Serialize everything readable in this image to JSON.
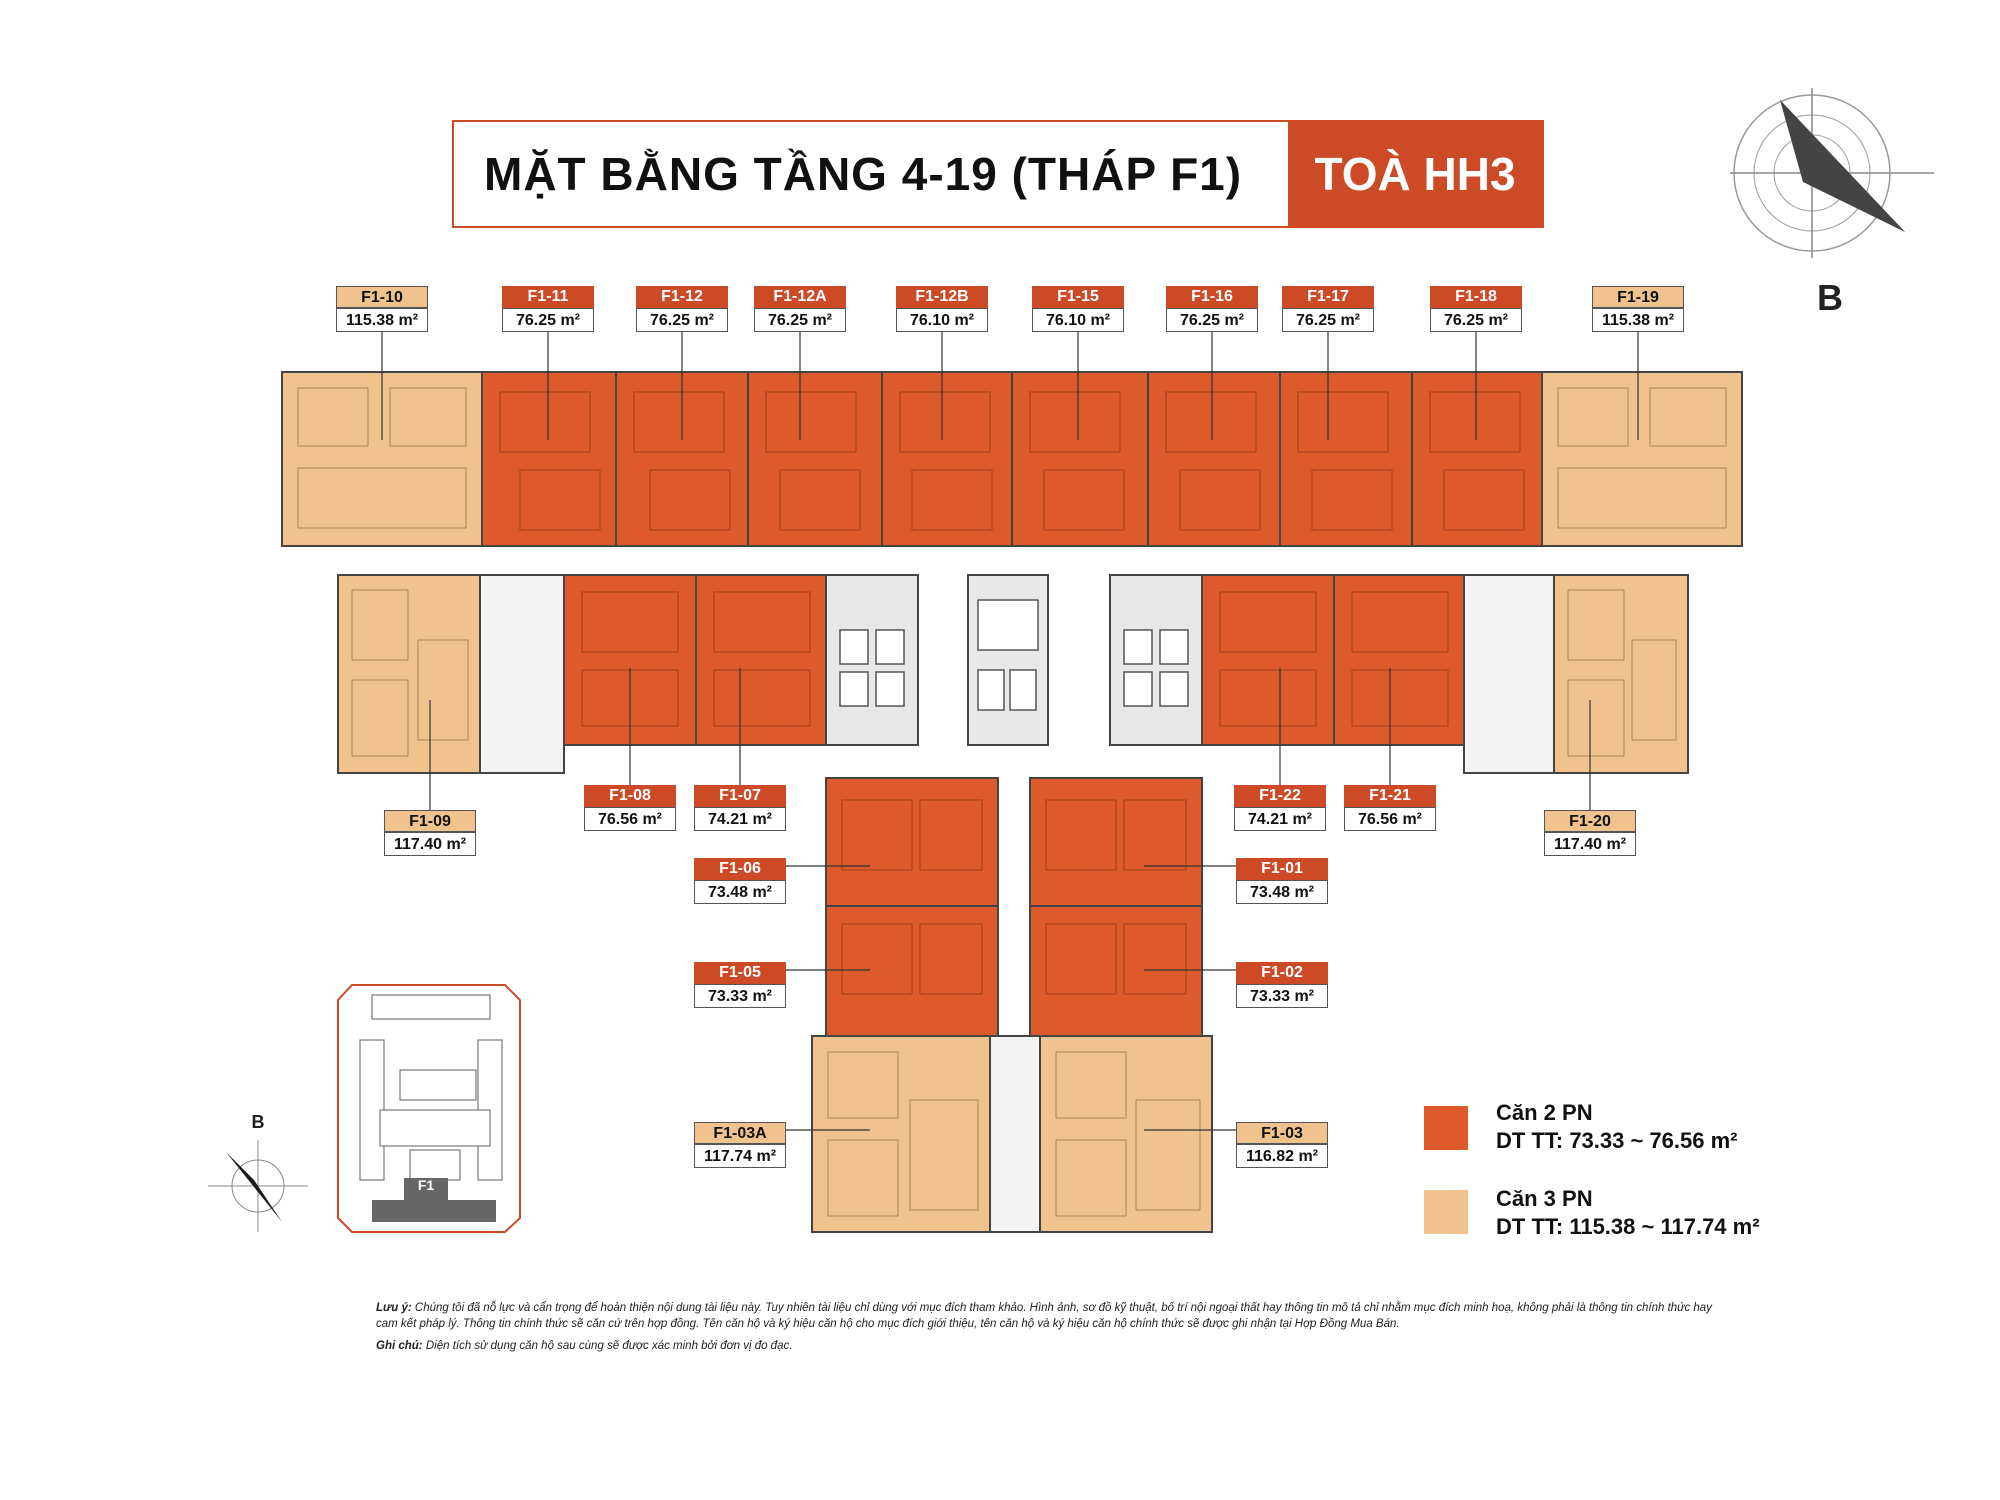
{
  "title": {
    "main": "MẶT BẰNG TẦNG 4-19 (THÁP F1)",
    "tag": "TOÀ HH3"
  },
  "compass": {
    "letter": "B"
  },
  "keymap": {
    "tower_label": "F1",
    "compass_letter": "B"
  },
  "units": [
    {
      "code": "F1-10",
      "area": "115.38 m²",
      "type": "3pn"
    },
    {
      "code": "F1-11",
      "area": "76.25 m²",
      "type": "2pn"
    },
    {
      "code": "F1-12",
      "area": "76.25 m²",
      "type": "2pn"
    },
    {
      "code": "F1-12A",
      "area": "76.25 m²",
      "type": "2pn"
    },
    {
      "code": "F1-12B",
      "area": "76.10 m²",
      "type": "2pn"
    },
    {
      "code": "F1-15",
      "area": "76.10 m²",
      "type": "2pn"
    },
    {
      "code": "F1-16",
      "area": "76.25 m²",
      "type": "2pn"
    },
    {
      "code": "F1-17",
      "area": "76.25 m²",
      "type": "2pn"
    },
    {
      "code": "F1-18",
      "area": "76.25 m²",
      "type": "2pn"
    },
    {
      "code": "F1-19",
      "area": "115.38 m²",
      "type": "3pn"
    },
    {
      "code": "F1-09",
      "area": "117.40 m²",
      "type": "3pn"
    },
    {
      "code": "F1-08",
      "area": "76.56 m²",
      "type": "2pn"
    },
    {
      "code": "F1-07",
      "area": "74.21 m²",
      "type": "2pn"
    },
    {
      "code": "F1-22",
      "area": "74.21 m²",
      "type": "2pn"
    },
    {
      "code": "F1-21",
      "area": "76.56 m²",
      "type": "2pn"
    },
    {
      "code": "F1-20",
      "area": "117.40 m²",
      "type": "3pn"
    },
    {
      "code": "F1-06",
      "area": "73.48 m²",
      "type": "2pn"
    },
    {
      "code": "F1-01",
      "area": "73.48 m²",
      "type": "2pn"
    },
    {
      "code": "F1-05",
      "area": "73.33 m²",
      "type": "2pn"
    },
    {
      "code": "F1-02",
      "area": "73.33 m²",
      "type": "2pn"
    },
    {
      "code": "F1-03A",
      "area": "117.74 m²",
      "type": "3pn"
    },
    {
      "code": "F1-03",
      "area": "116.82 m²",
      "type": "3pn"
    }
  ],
  "legend": [
    {
      "name": "Căn 2 PN",
      "range": "DT TT: 73.33 ~ 76.56 m²",
      "color": "#dd5a2c"
    },
    {
      "name": "Căn 3 PN",
      "range": "DT TT:  115.38 ~ 117.74 m²",
      "color": "#f0c38e"
    }
  ],
  "notes": {
    "luu_y_label": "Lưu ý:",
    "luu_y_text": "Chúng tôi đã nỗ lực và cẩn trọng để hoàn thiện nội dung tài liệu này. Tuy nhiên tài liệu chỉ dùng với mục đích tham khảo. Hình ảnh, sơ đồ kỹ thuật, bố trí nội ngoại thất hay thông tin mô tả chỉ nhằm mục đích minh hoạ, không phải là thông tin chính thức hay cam kết pháp lý. Thông tin chính thức sẽ căn cứ trên hợp đồng. Tên căn hộ và ký hiệu căn hộ cho mục đích giới thiệu, tên căn hộ và ký hiệu căn hộ chính thức sẽ được ghi nhận tại Hợp Đồng Mua Bán.",
    "ghi_chu_label": "Ghi chú:",
    "ghi_chu_text": "Diện tích sử dụng căn hộ sau cùng sẽ được xác minh bởi đơn vị đo đạc."
  },
  "colors": {
    "accent": "#cc4a25",
    "two_bed": "#dd5a2c",
    "three_bed": "#f0c38e",
    "core": "#e8e8e8"
  }
}
